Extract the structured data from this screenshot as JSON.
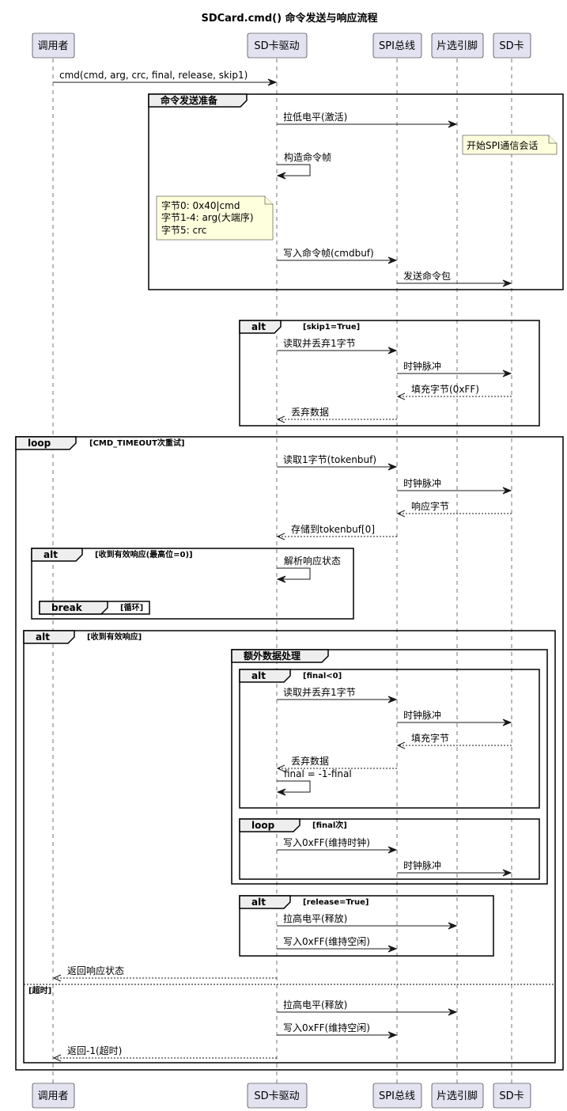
{
  "title": "SDCard.cmd() 命令发送与响应流程",
  "participants": [
    "调用者",
    "SD卡驱动",
    "SPI总线",
    "片选引脚",
    "SD卡"
  ],
  "messages": {
    "cmd_call": "cmd(cmd, arg, crc, final, release, skip1)",
    "cs_low": "拉低电平(激活)",
    "build_frame": "构造命令帧",
    "write_cmdbuf": "写入命令帧(cmdbuf)",
    "send_packet": "发送命令包",
    "skip_read": "读取并丢弃1字节",
    "skip_clock": "时钟脉冲",
    "skip_fill": "填充字节(0xFF)",
    "skip_discard": "丢弃数据",
    "loop_read": "读取1字节(tokenbuf)",
    "loop_clock": "时钟脉冲",
    "loop_resp": "响应字节",
    "loop_store": "存储到tokenbuf[0]",
    "parse": "解析响应状态",
    "extra_read": "读取并丢弃1字节",
    "extra_clock": "时钟脉冲",
    "extra_fill": "填充字节",
    "extra_discard": "丢弃数据",
    "final_calc": "final = -1-final",
    "write_ff_clock": "写入0xFF(维持时钟)",
    "final_loop_clock": "时钟脉冲",
    "cs_high_1": "拉高电平(释放)",
    "write_ff_idle_1": "写入0xFF(维持空闲)",
    "return_status": "返回响应状态",
    "cs_high_2": "拉高电平(释放)",
    "write_ff_idle_2": "写入0xFF(维持空闲)",
    "return_timeout": "返回-1(超时)"
  },
  "notes": {
    "spi_session": [
      "开始SPI通信会话"
    ],
    "frame_bytes": [
      "字节0: 0x40|cmd",
      "字节1-4: arg(大端序)",
      "字节5: crc"
    ]
  },
  "frames": {
    "prep": {
      "kind": "命令发送准备",
      "cond": ""
    },
    "skip1": {
      "kind": "alt",
      "cond": "[skip1=True]"
    },
    "retry": {
      "kind": "loop",
      "cond": "[CMD_TIMEOUT次重试]"
    },
    "valid": {
      "kind": "alt",
      "cond": "[收到有效响应(最高位=0)]"
    },
    "brk": {
      "kind": "break",
      "cond": "[循环]"
    },
    "outcome": {
      "kind": "alt",
      "cond": "[收到有效响应]",
      "else_cond": "[超时]"
    },
    "extra": {
      "kind": "额外数据处理",
      "cond": ""
    },
    "final_lt0": {
      "kind": "alt",
      "cond": "[final<0]"
    },
    "final_loop": {
      "kind": "loop",
      "cond": "[final次]"
    },
    "release": {
      "kind": "alt",
      "cond": "[release=True]"
    }
  }
}
